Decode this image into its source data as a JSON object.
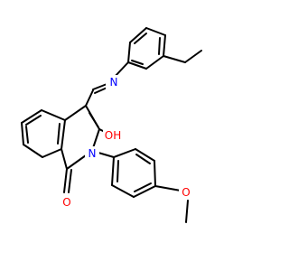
{
  "molecule": {
    "atom_labels": {
      "N_imine": "N",
      "N_ring": "N",
      "O_hydroxyl": "OH",
      "O_carbonyl": "O",
      "O_methoxy": "O"
    }
  },
  "colors": {
    "bond": "#000000",
    "nitrogen": "#0000ff",
    "oxygen": "#ff0000",
    "background": "#ffffff"
  }
}
